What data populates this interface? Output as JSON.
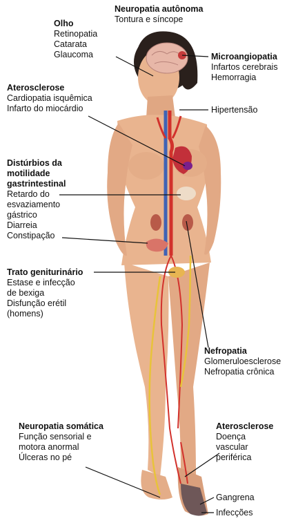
{
  "labels": {
    "neuro_auto": {
      "title": "Neuropatia autônoma",
      "lines": [
        "Tontura e síncope"
      ]
    },
    "olho": {
      "title": "Olho",
      "lines": [
        "Retinopatia",
        "Catarata",
        "Glaucoma"
      ]
    },
    "microangio": {
      "title": "Microangiopatia",
      "lines": [
        "Infartos cerebrais",
        "Hemorragia"
      ]
    },
    "ateros_top": {
      "title": "Aterosclerose",
      "lines": [
        "Cardiopatia isquêmica",
        "Infarto do miocárdio"
      ]
    },
    "hipertensao": {
      "title": "",
      "lines": [
        "Hipertensão"
      ]
    },
    "disturbios": {
      "title": "Distúrbios da motilidade gastrintestinal",
      "title_lines": [
        "Distúrbios da",
        "motilidade",
        "gastrintestinal"
      ],
      "lines": [
        "Retardo do",
        "esvaziamento",
        "gástrico",
        "Diarreia",
        "Constipação"
      ]
    },
    "trato": {
      "title": "Trato geniturinário",
      "lines": [
        "Estase e infecção",
        "de bexiga",
        "Disfunção erétil",
        "(homens)"
      ]
    },
    "nefropatia": {
      "title": "Nefropatia",
      "lines": [
        "Glomeruloesclerose",
        "Nefropatia crônica"
      ]
    },
    "neuro_som": {
      "title": "Neuropatia somática",
      "lines": [
        "Função sensorial e",
        "motora anormal",
        "Úlceras no pé"
      ]
    },
    "ateros_bottom": {
      "title": "Aterosclerose",
      "lines": [
        "Doença",
        "vascular",
        "periférica"
      ]
    },
    "gangrena": {
      "title": "",
      "lines": [
        "Gangrena"
      ]
    },
    "infeccoes": {
      "title": "",
      "lines": [
        "Infecções"
      ]
    }
  },
  "colors": {
    "skin": "#e9b48f",
    "skin_shadow": "#c98c66",
    "hair": "#2a201c",
    "artery": "#d2312c",
    "vein": "#3f63b5",
    "nerve": "#e8c33a",
    "organ_kidney": "#b85a49",
    "heart": "#c2303a",
    "infarct": "#7a1f8c",
    "leader_line": "#111111"
  }
}
